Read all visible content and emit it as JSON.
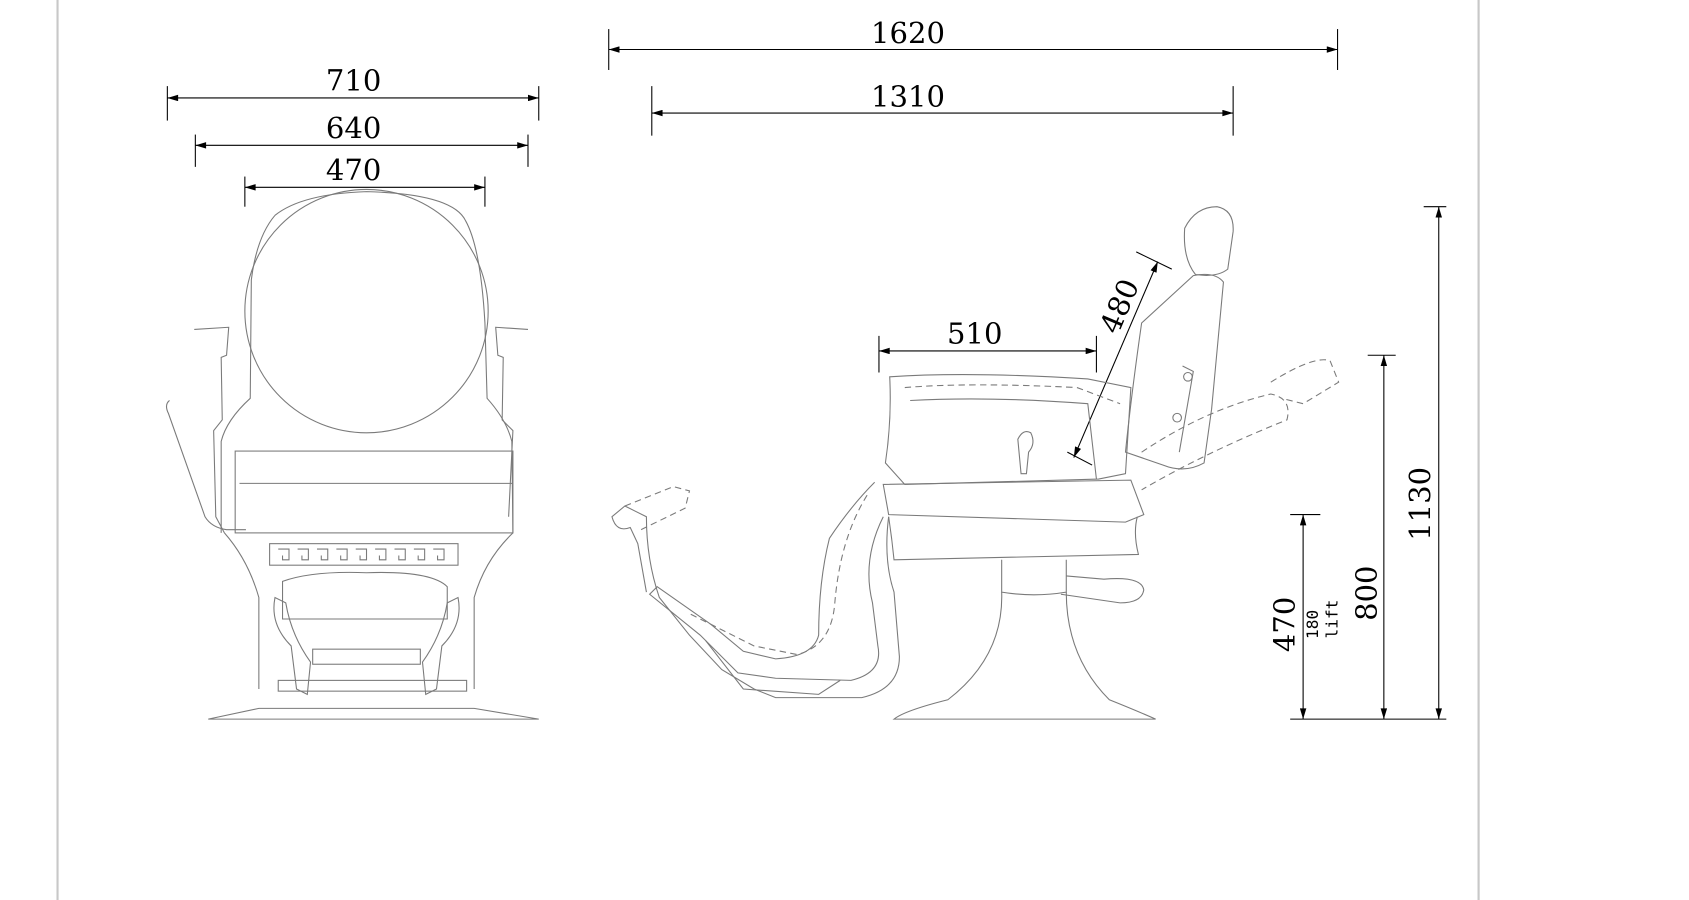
{
  "drawing": {
    "front_view": {
      "dimensions": {
        "overall_width": "710",
        "arm_width": "640",
        "back_width": "470"
      }
    },
    "side_view": {
      "dimensions": {
        "overall_length": "1620",
        "chair_length": "1310",
        "seat_depth": "510",
        "back_height": "480",
        "seat_height": "470",
        "lift": "180",
        "lift_label": "lift",
        "arm_height": "800",
        "total_height": "1130"
      }
    }
  }
}
